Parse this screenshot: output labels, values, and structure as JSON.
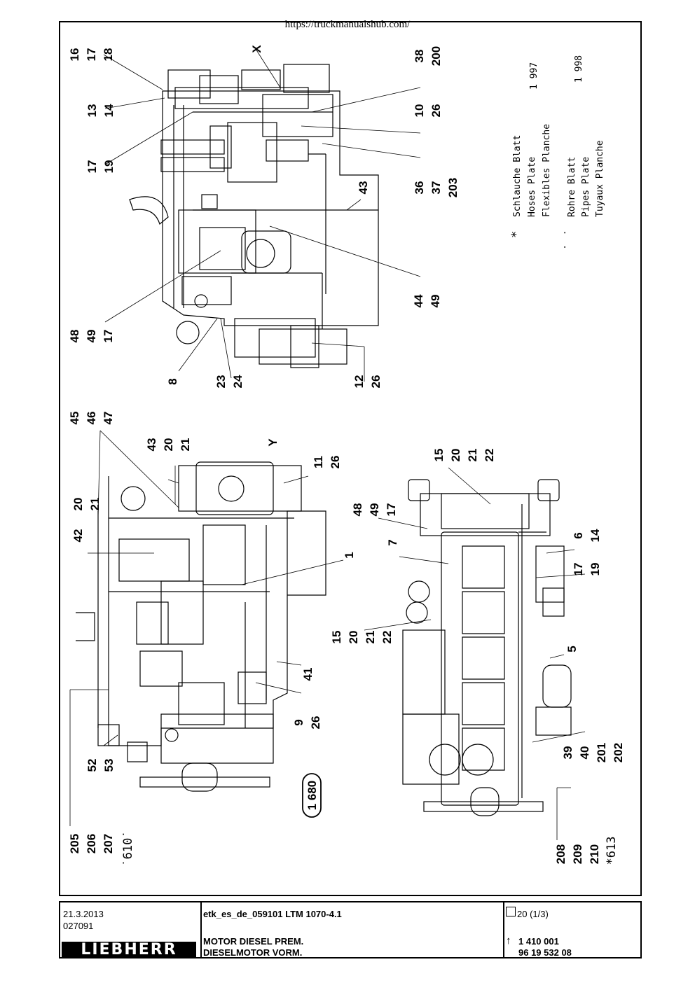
{
  "url": "https://truckmanualshub.com/",
  "diagram": {
    "markers": {
      "x_view": "X",
      "y_view": "Y",
      "length_dim": "1 680"
    },
    "top_view_labels": [
      [
        "16",
        "17",
        "18"
      ],
      [
        "13",
        "14"
      ],
      [
        "17",
        "19"
      ],
      [
        "48",
        "49",
        "17"
      ],
      [
        "8"
      ],
      [
        "23",
        "24"
      ],
      [
        "12",
        "26"
      ],
      [
        "44",
        "49"
      ],
      [
        "43"
      ],
      [
        "36",
        "37",
        "203"
      ],
      [
        "10",
        "26"
      ],
      [
        "38",
        "200"
      ]
    ],
    "bottom_left_labels": [
      [
        "45",
        "46",
        "47"
      ],
      [
        "43",
        "20",
        "21"
      ],
      [
        "20",
        "21"
      ],
      [
        "42"
      ],
      [
        "11",
        "26"
      ],
      [
        "1"
      ],
      [
        "41"
      ],
      [
        "9",
        "26"
      ],
      [
        "52",
        "53"
      ],
      [
        "205",
        "206",
        "207"
      ]
    ],
    "bottom_left_asterisk": "˙610˙",
    "bottom_right_labels": [
      [
        "15",
        "20",
        "21",
        "22"
      ],
      [
        "48",
        "49",
        "17"
      ],
      [
        "7"
      ],
      [
        "6",
        "14"
      ],
      [
        "17",
        "19"
      ],
      [
        "15",
        "20",
        "21",
        "22"
      ],
      [
        "5"
      ],
      [
        "39",
        "40",
        "201",
        "202"
      ],
      [
        "208",
        "209",
        "210"
      ]
    ],
    "bottom_right_asterisk": "*613",
    "legend": {
      "hoses": {
        "symbol": "*",
        "words": [
          "Schlauche Blatt",
          "Hoses Plate",
          "Flexibles Planche"
        ],
        "sheet": "1 997"
      },
      "pipes": {
        "symbol": "˙ ˙",
        "words": [
          "Rohre Blatt",
          "Pipes Plate",
          "Tuyaux Planche"
        ],
        "sheet": "1 998"
      }
    }
  },
  "footer": {
    "date": "21.3.2013",
    "code": "027091",
    "brand": "LIEBHERR",
    "doc_ref": "etk_es_de_059101 LTM 1070-4.1",
    "title_1": "MOTOR DIESEL PREM.",
    "title_2": "DIESELMOTOR VORM.",
    "page": "20 (1/3)",
    "arrow": "↑",
    "part_1": "1 410 001",
    "part_2": "96 19 532 08"
  }
}
